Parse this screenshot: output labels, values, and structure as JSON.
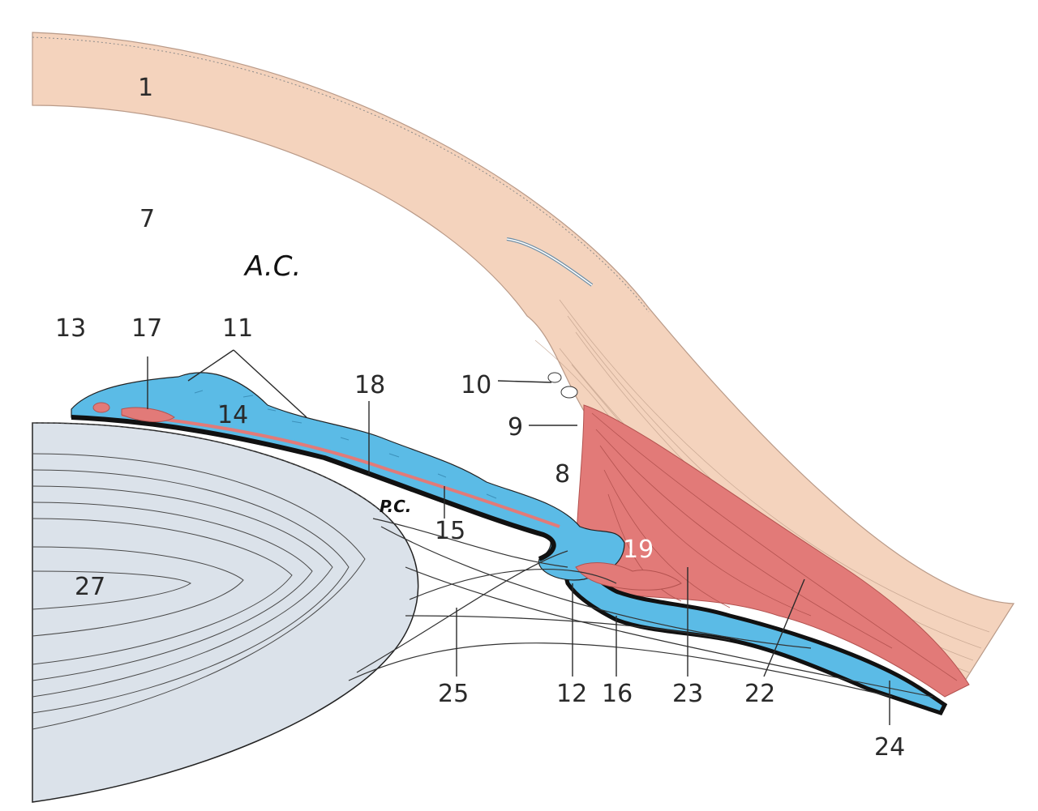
{
  "labels": {
    "cornea": "1",
    "anterior_chamber_number": "7",
    "angle": "8",
    "trabecular": "9",
    "schlemm_canal": "10",
    "iris_surface": "11",
    "iris_root": "12",
    "pupillary_margin": "13",
    "iris_stroma": "14",
    "posterior_epithelium": "15",
    "ciliary_processes": "16",
    "sphincter": "17",
    "dilator": "18",
    "circular_muscle": "19",
    "meridional_muscle": "22",
    "radial_muscle": "23",
    "ciliary_body_plana": "24",
    "zonules": "25",
    "lens": "27"
  },
  "annotations": {
    "anterior_chamber": "A.C.",
    "posterior_chamber": "P.C."
  },
  "colors": {
    "cornea_sclera": "#f4d3bd",
    "iris_stroma": "#5bbbe6",
    "muscle": "#e27a78",
    "lens": "#dbe2ea",
    "pigment": "#111111"
  }
}
